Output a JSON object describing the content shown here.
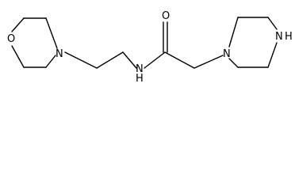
{
  "molecule": {
    "atoms": {
      "morpholine_oxygen": "O",
      "morpholine_nitrogen": "N",
      "amide_nitrogen": "N",
      "amide_hydrogen": "H",
      "carbonyl_oxygen": "O",
      "piperazine_nitrogen_substituted": "N",
      "piperazine_nitrogen_free": "N",
      "piperazine_hydrogen": "H"
    }
  }
}
